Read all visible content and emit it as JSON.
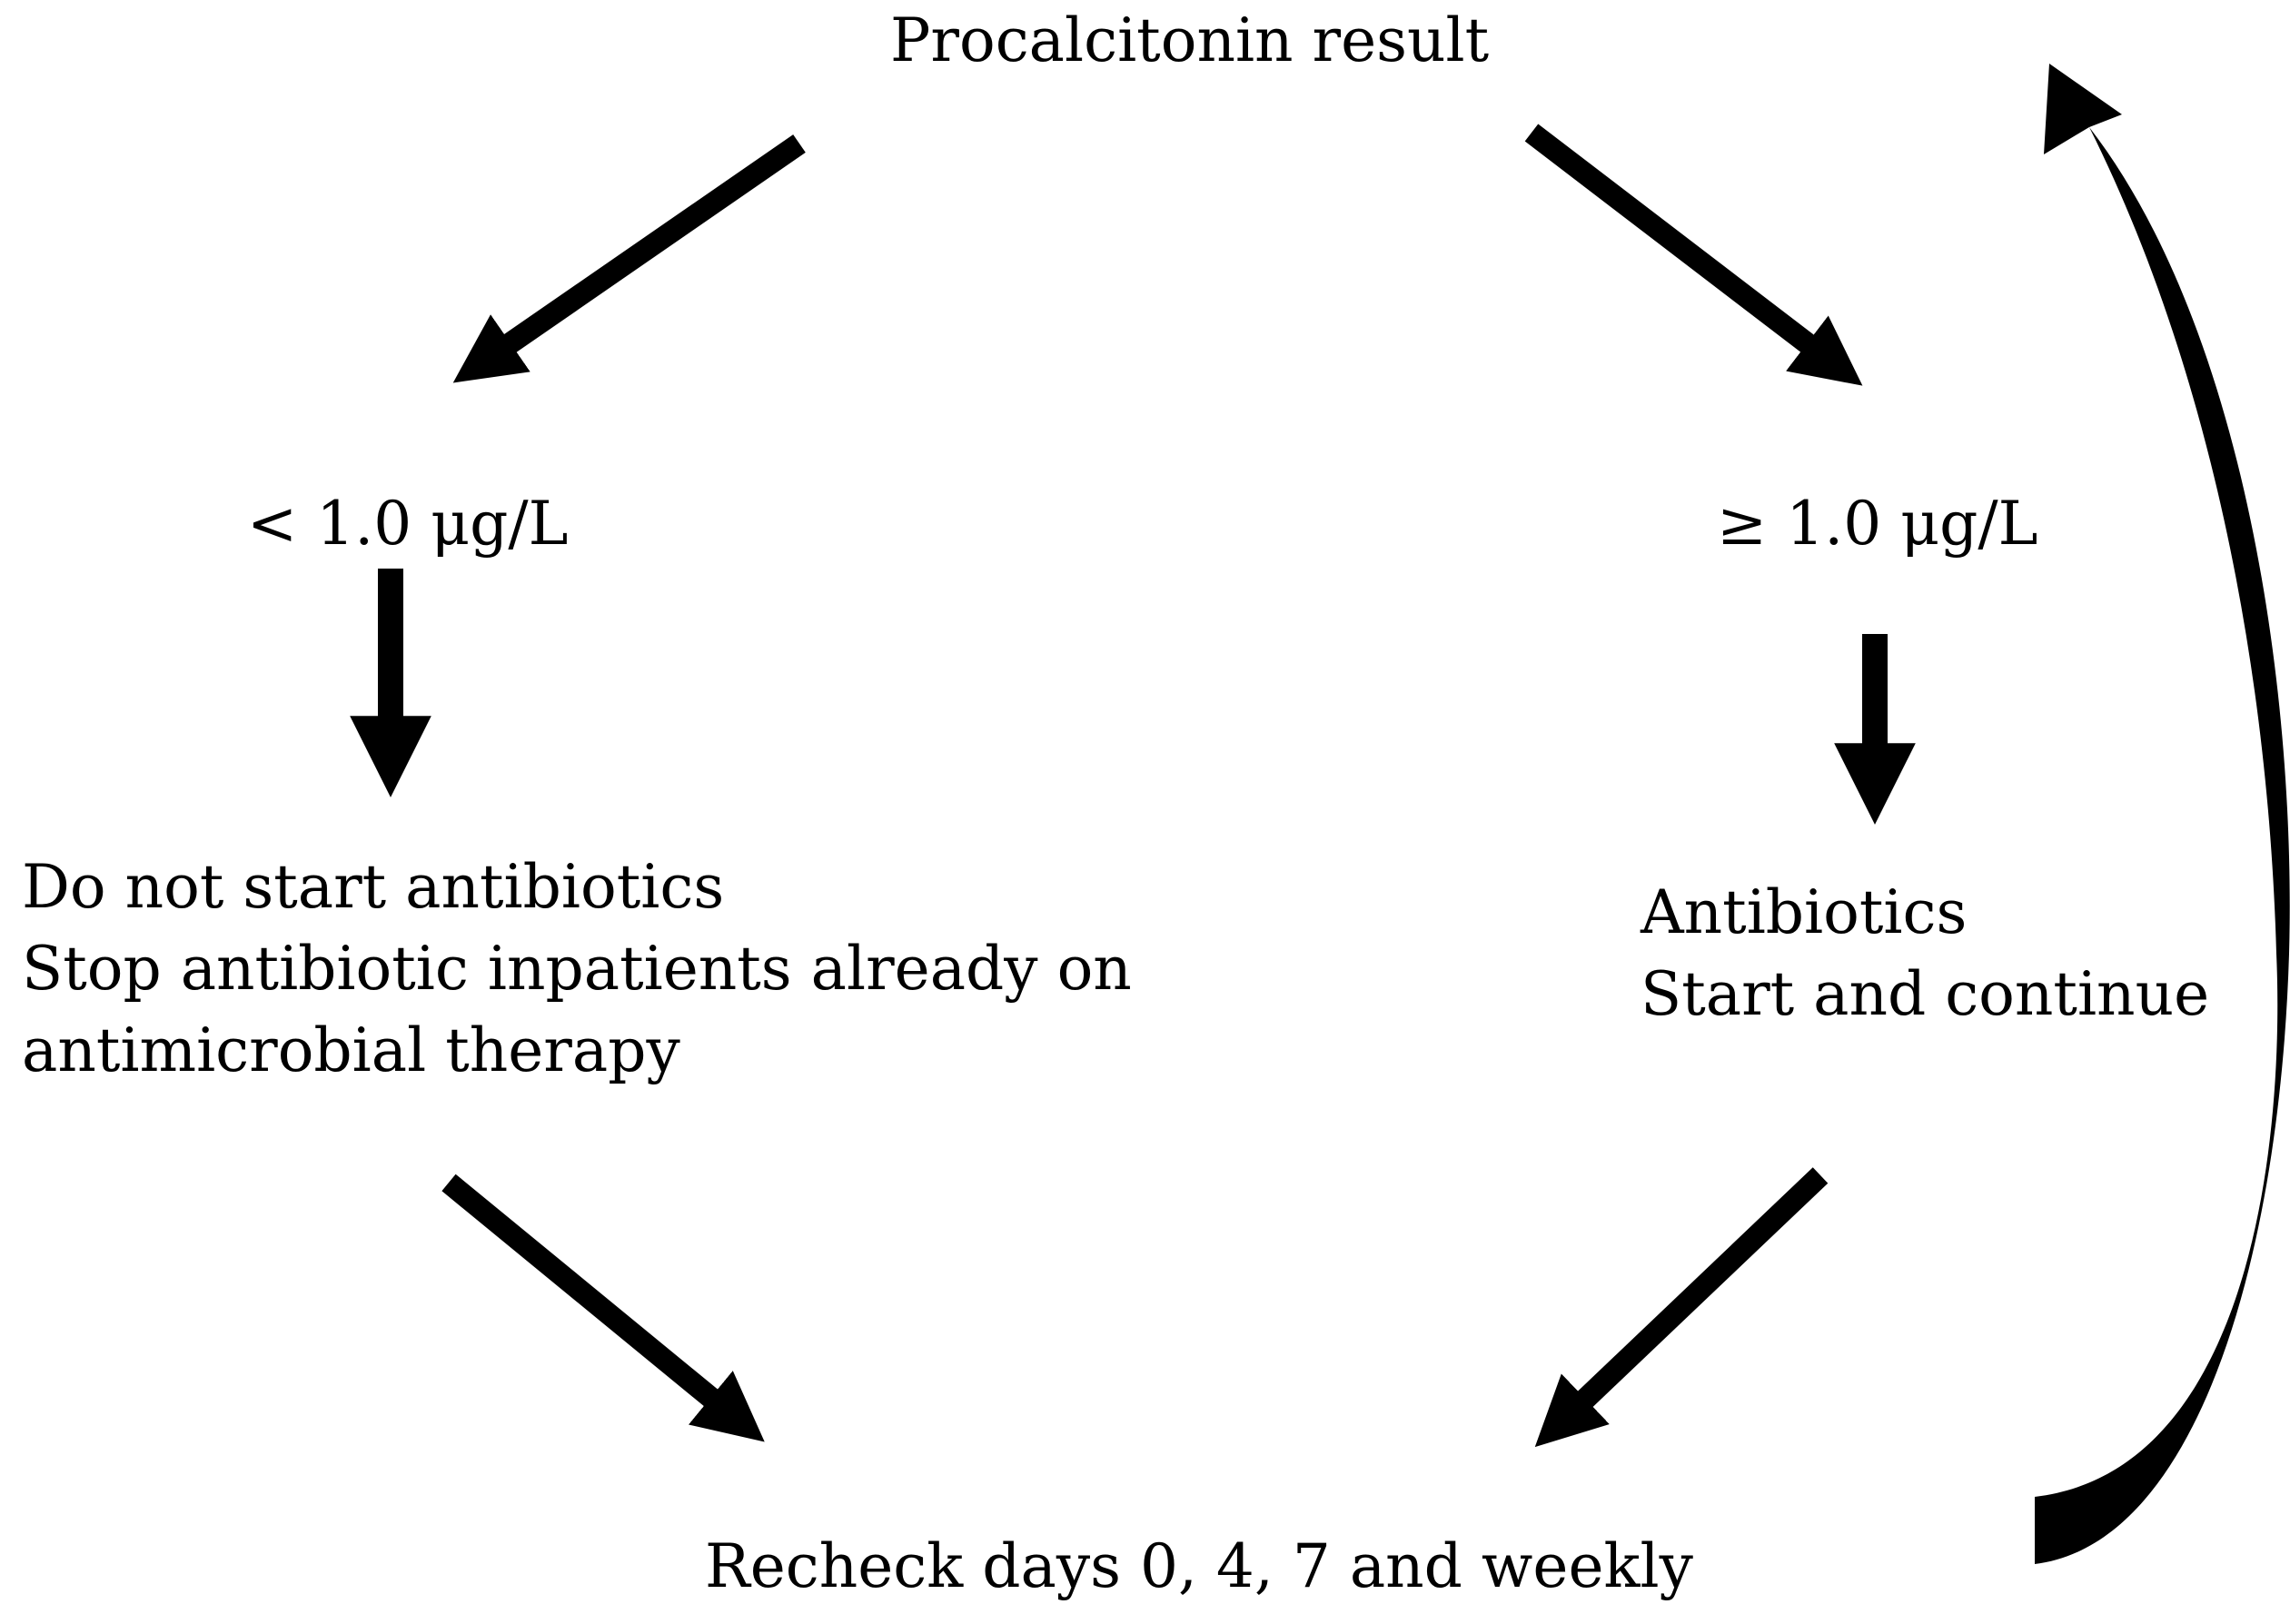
{
  "nodes": {
    "start": "Procalcitonin result",
    "low_threshold": "< 1.0 μg/L",
    "high_threshold": "≥ 1.0 μg/L",
    "low_action": [
      "Do not start antibiotics",
      "Stop antibiotic inpatients already on",
      "antimicrobial therapy"
    ],
    "high_action": [
      "Antibiotics",
      "Start and continue"
    ],
    "recheck": "Recheck days 0, 4, 7 and weekly"
  },
  "colors": {
    "arrow": "#000000",
    "text": "#000000",
    "background": "#ffffff"
  }
}
